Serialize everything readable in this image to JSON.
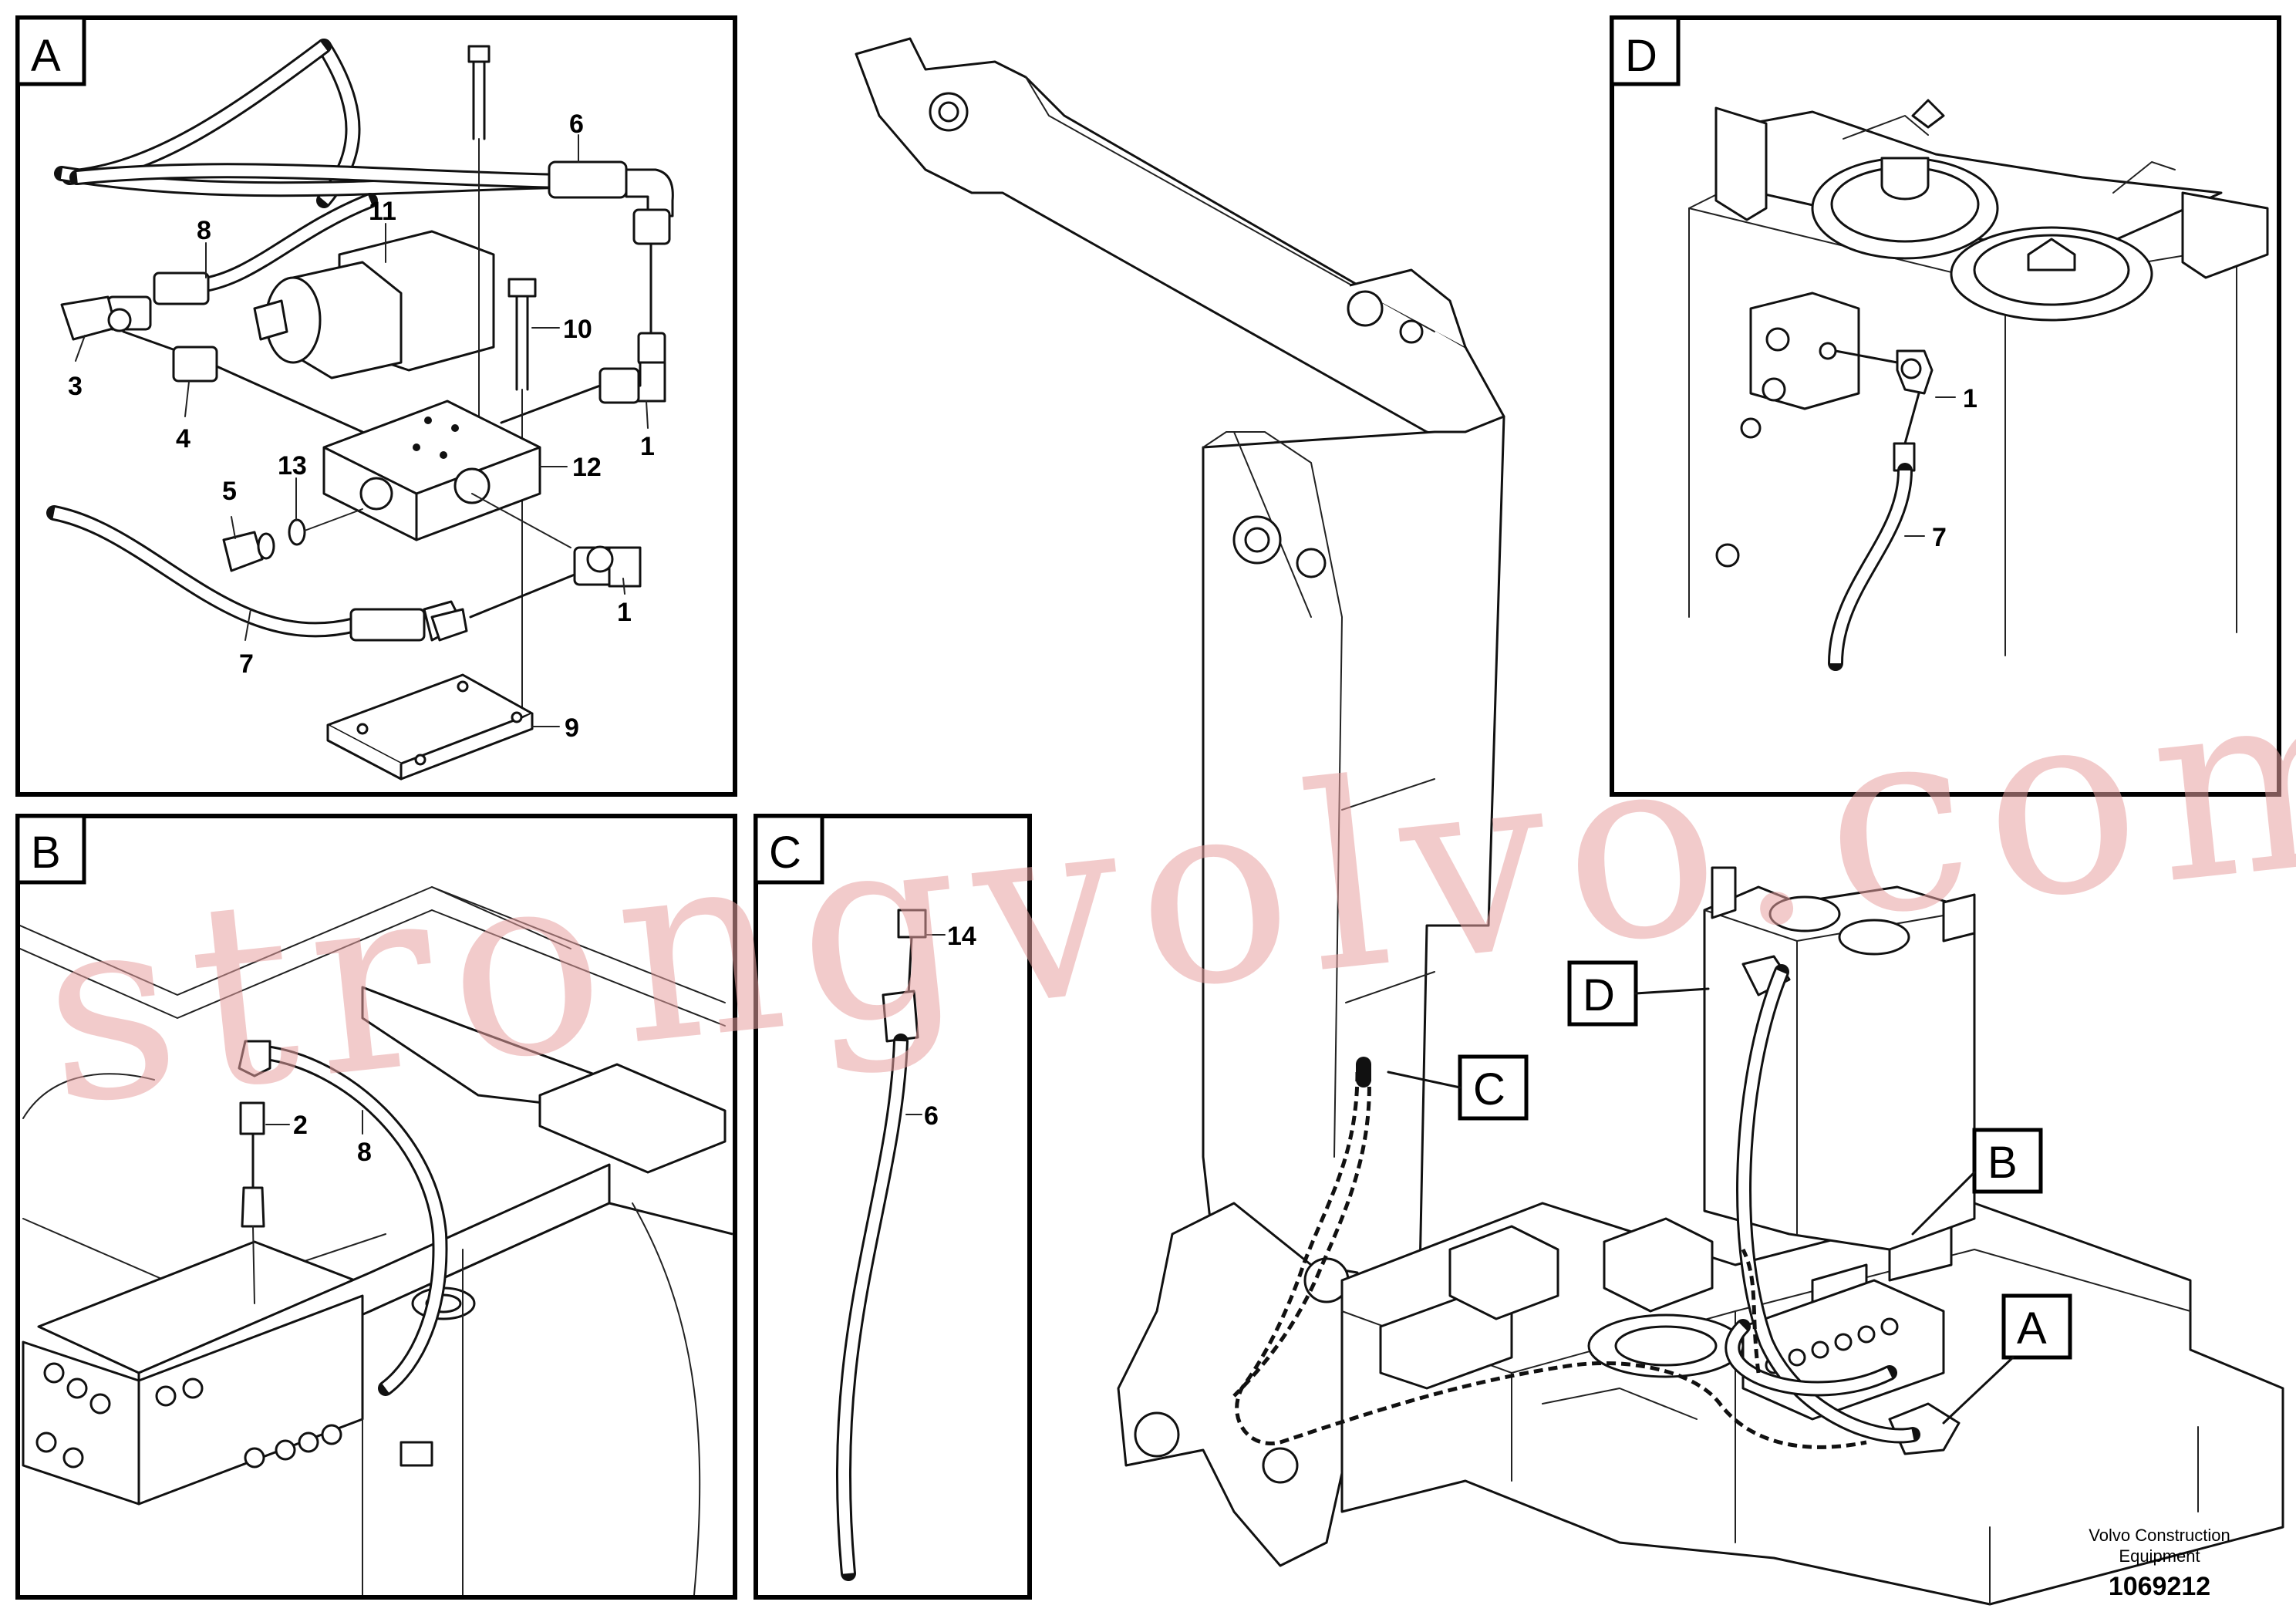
{
  "panels": {
    "A": {
      "letter": "A",
      "callouts": [
        "6",
        "8",
        "11",
        "10",
        "3",
        "4",
        "1",
        "5",
        "13",
        "12",
        "1",
        "7",
        "9"
      ]
    },
    "B": {
      "letter": "B",
      "callouts": [
        "2",
        "8"
      ]
    },
    "C": {
      "letter": "C",
      "callouts": [
        "14",
        "6"
      ]
    },
    "D": {
      "letter": "D",
      "callouts": [
        "1",
        "7"
      ]
    }
  },
  "main_view_tags": [
    "D",
    "C",
    "B",
    "A"
  ],
  "footer": {
    "manufacturer_line1": "Volvo Construction",
    "manufacturer_line2": "Equipment",
    "drawing_number": "1069212"
  },
  "watermark": "strongvolvo.com"
}
